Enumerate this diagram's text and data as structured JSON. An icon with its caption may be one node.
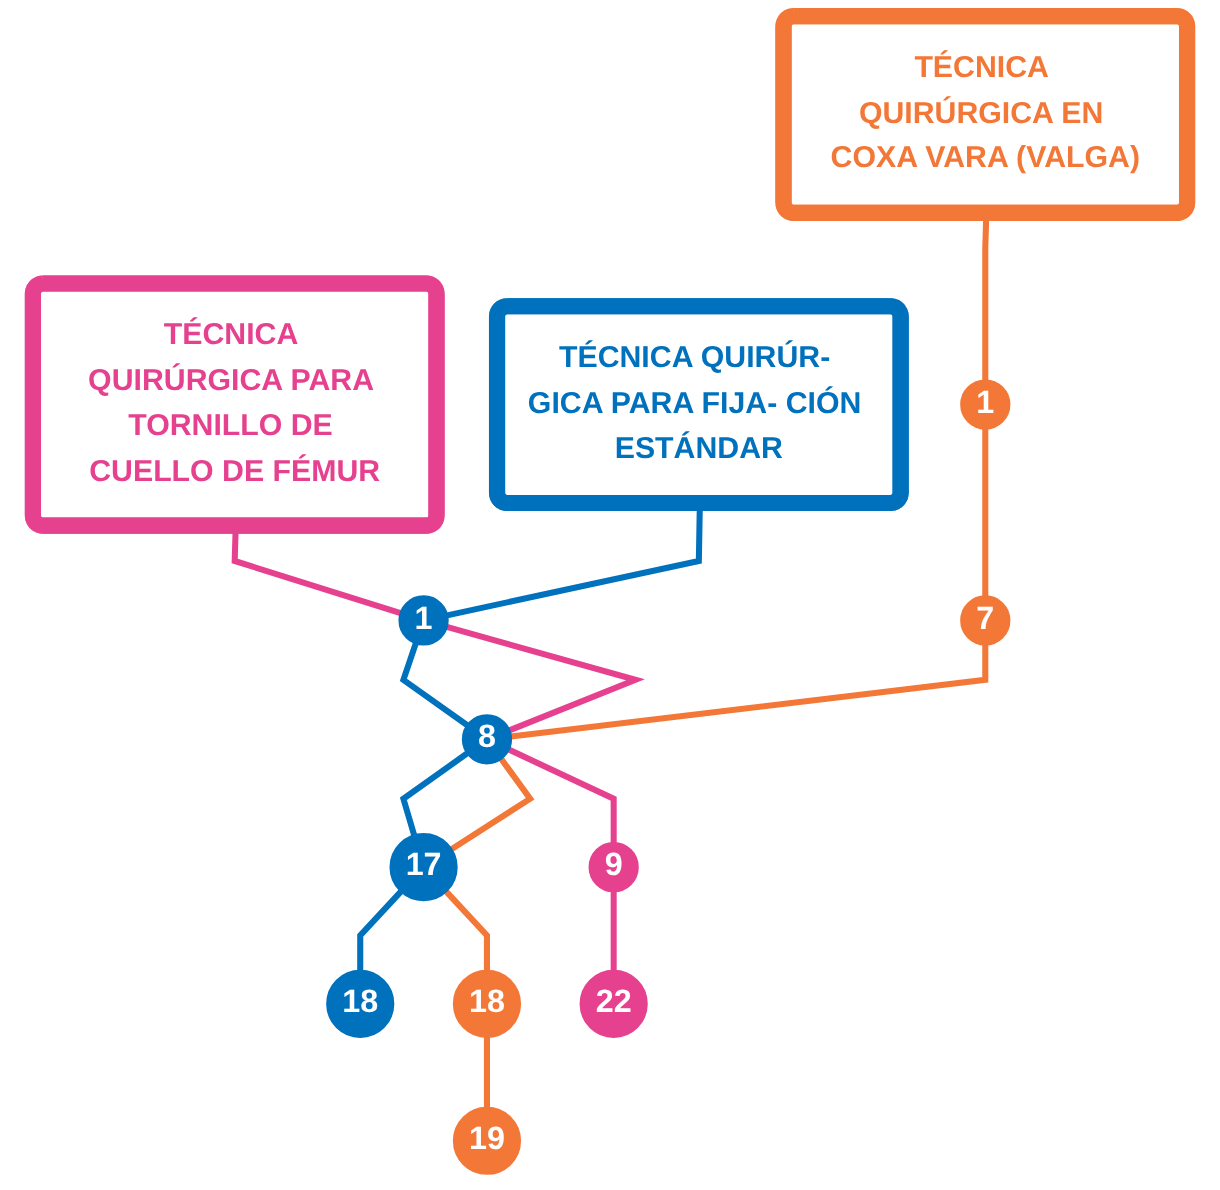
{
  "diagram": {
    "nodes": [
      {
        "text": [
          "TÉCNICA QUIRÚRGICA PARA TORNILLO DE CUELLO DE FÉMUR"
        ]
      },
      {
        "text": [
          "TÉCNICA QUIRÚR- GICA PARA FIJA- CIÓN ESTÁNDAR"
        ]
      },
      {
        "text": [
          "TÉCNICA QUIRÚRGICA EN COXA VARA (VALGA)"
        ]
      },
      {
        "text": [
          "1"
        ]
      },
      {
        "text": [
          "1"
        ]
      },
      {
        "text": [
          "7"
        ]
      },
      {
        "text": [
          "8"
        ]
      },
      {
        "text": [
          "9"
        ]
      },
      {
        "text": [
          "17"
        ]
      },
      {
        "text": [
          "18"
        ]
      },
      {
        "text": [
          "18"
        ]
      },
      {
        "text": [
          "19"
        ]
      },
      {
        "text": [
          "22"
        ]
      }
    ],
    "edges": [
      {
        "from": 0,
        "to": 3,
        "arrow": "none",
        "color": "#e6418f"
      },
      {
        "from": 1,
        "to": 3,
        "arrow": "none",
        "color": "#0071bc"
      },
      {
        "from": 2,
        "to": 4,
        "arrow": "none",
        "color": "#f37736"
      },
      {
        "from": 4,
        "to": 5,
        "arrow": "none",
        "color": "#f37736"
      },
      {
        "from": 3,
        "to": 6,
        "arrow": "none",
        "color": "#0071bc"
      },
      {
        "from": 3,
        "to": 6,
        "arrow": "none",
        "color": "#e6418f"
      },
      {
        "from": 5,
        "to": 6,
        "arrow": "none",
        "color": "#f37736"
      },
      {
        "from": 6,
        "to": 7,
        "arrow": "none",
        "color": "#e6418f"
      },
      {
        "from": 7,
        "to": 12,
        "arrow": "none",
        "color": "#e6418f"
      },
      {
        "from": 6,
        "to": 8,
        "arrow": "none",
        "color": "#0071bc"
      },
      {
        "from": 6,
        "to": 8,
        "arrow": "none",
        "color": "#f37736"
      },
      {
        "from": 8,
        "to": 9,
        "arrow": "none",
        "color": "#0071bc"
      },
      {
        "from": 8,
        "to": 10,
        "arrow": "none",
        "color": "#f37736"
      },
      {
        "from": 10,
        "to": 11,
        "arrow": "none",
        "color": "#f37736"
      }
    ]
  }
}
